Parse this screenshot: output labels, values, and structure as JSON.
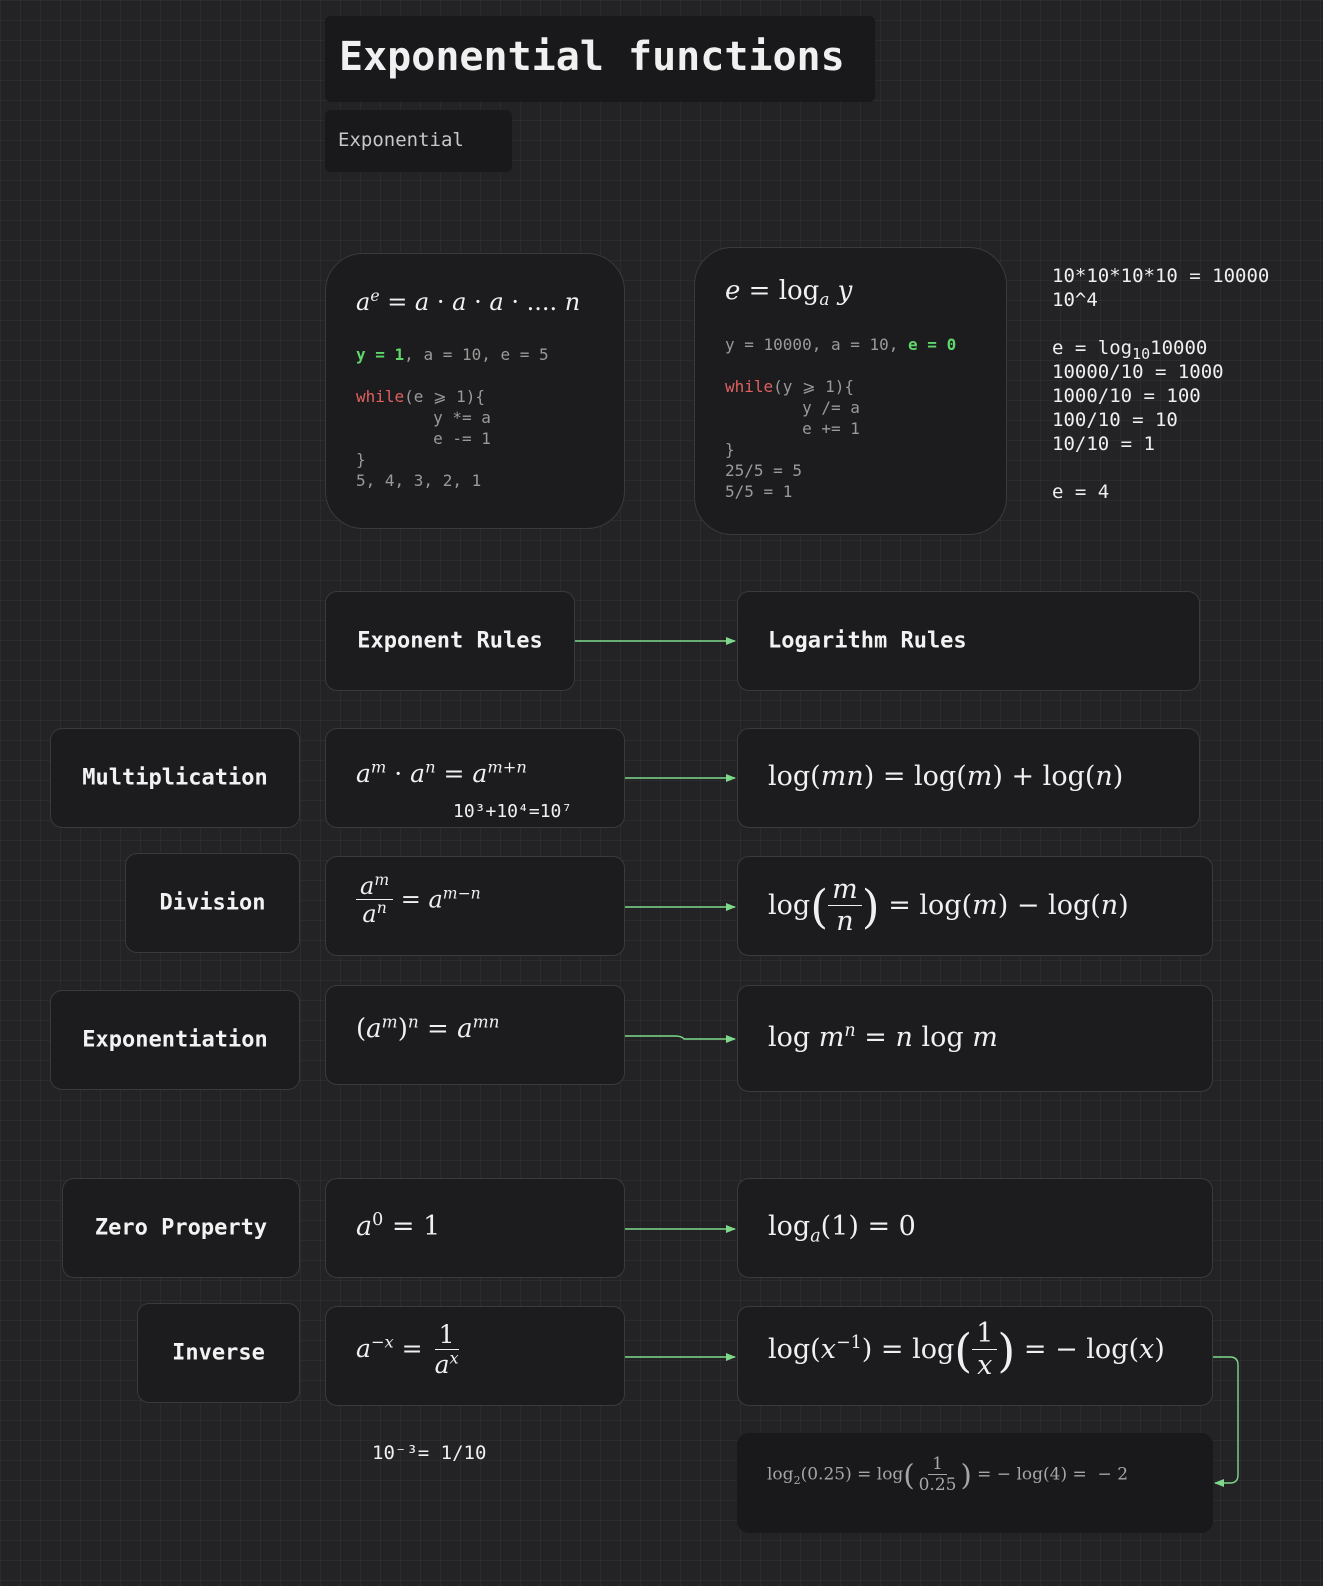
{
  "header": {
    "title": "Exponential functions",
    "subtitle": "Exponential"
  },
  "loop_card_1": {
    "line_y": "y = 1",
    "line_rest": ", a = 10, e = 5",
    "while_kw": "while",
    "while_cond": "(e ⩾ 1){",
    "body_1": "        y *= a",
    "body_2": "        e -= 1",
    "close": "}",
    "sequence": "5, 4, 3, 2, 1"
  },
  "loop_card_2": {
    "line_vars": "y = 10000, a = 10, ",
    "line_e": "e = 0",
    "while_kw": "while",
    "while_cond": "(y ⩾ 1){",
    "body_1": "        y /= a",
    "body_2": "        e += 1",
    "close": "}",
    "ex_1": "25/5 = 5",
    "ex_2": "5/5 = 1"
  },
  "side_note": {
    "l1": "10*10*10*10 = 10000",
    "l2": "10^4",
    "l3_pre": "e = log",
    "l3_sub": "10",
    "l3_post": "10000",
    "l4": "10000/10 = 1000",
    "l5": "1000/10 = 100",
    "l6": "100/10 = 10",
    "l7": "10/10 = 1",
    "l8": "e = 4"
  },
  "headers": {
    "exponent_rules": "Exponent Rules",
    "logarithm_rules": "Logarithm Rules"
  },
  "rules": {
    "multiplication": "Multiplication",
    "division": "Division",
    "exponentiation": "Exponentiation",
    "zero_property": "Zero Property",
    "inverse": "Inverse"
  },
  "notes": {
    "mult_example": "10³+10⁴=10⁷",
    "inverse_example": "10⁻³= 1/10"
  },
  "colors": {
    "background": "#232325",
    "card": "#1c1c1e",
    "arrow": "#7ed98a",
    "keyword": "#e06060",
    "highlight": "#5fd66a"
  }
}
